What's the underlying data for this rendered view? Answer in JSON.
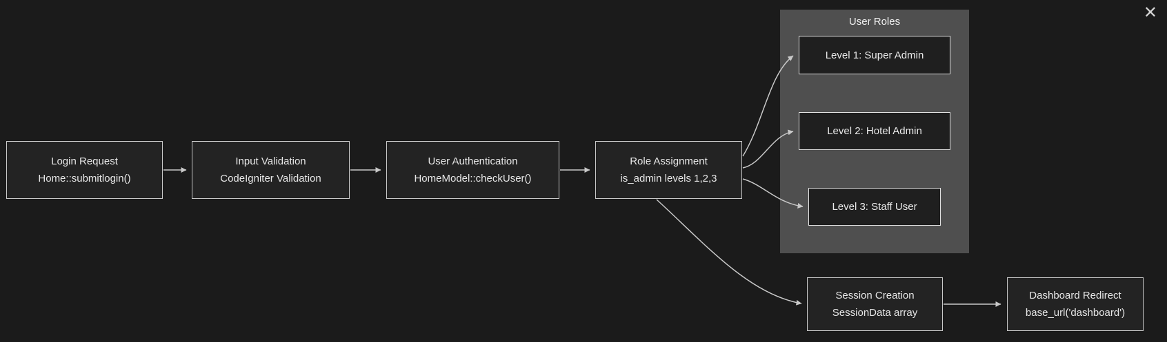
{
  "window": {
    "close_label": "✕"
  },
  "diagram": {
    "nodes": {
      "login_request": {
        "title": "Login Request",
        "subtitle": "Home::submitlogin()"
      },
      "input_validation": {
        "title": "Input Validation",
        "subtitle": "CodeIgniter Validation"
      },
      "user_authentication": {
        "title": "User Authentication",
        "subtitle": "HomeModel::checkUser()"
      },
      "role_assignment": {
        "title": "Role Assignment",
        "subtitle": "is_admin levels 1,2,3"
      },
      "session_creation": {
        "title": "Session Creation",
        "subtitle": "SessionData array"
      },
      "dashboard_redirect": {
        "title": "Dashboard Redirect",
        "subtitle": "base_url('dashboard')"
      }
    },
    "group_user_roles": {
      "title": "User Roles",
      "items": [
        {
          "label": "Level 1: Super Admin"
        },
        {
          "label": "Level 2: Hotel Admin"
        },
        {
          "label": "Level 3: Staff User"
        }
      ]
    },
    "colors": {
      "background": "#1b1b1b",
      "node_fill": "#232323",
      "node_border": "#c9c9c9",
      "group_fill": "#4f4f4f",
      "level_node_fill": "#1f1f1f",
      "text": "#e6e6e6",
      "connector": "#c9c9c9"
    }
  }
}
